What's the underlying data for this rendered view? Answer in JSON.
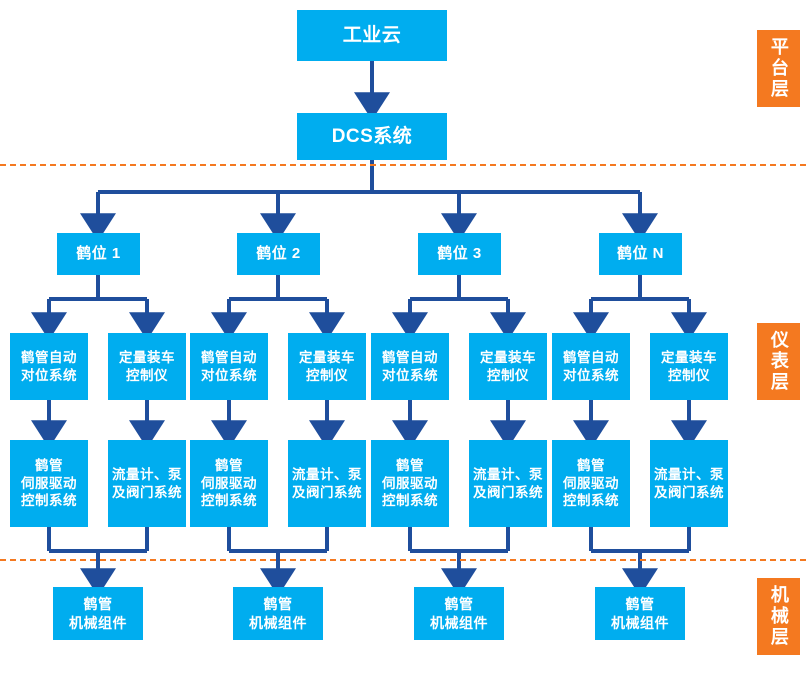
{
  "colors": {
    "box_fill": "#00ADEF",
    "layer_tag_fill": "#F47920",
    "connector": "#1F4E9C",
    "divider": "#F47920",
    "text": "#FFFFFF",
    "background": "#FFFFFF"
  },
  "diagram": {
    "title_top": "工业云",
    "nodes": {
      "industrial_cloud": "工业云",
      "dcs_system": "DCS系统",
      "positions": [
        "鹤位 1",
        "鹤位 2",
        "鹤位 3",
        "鹤位 N"
      ],
      "instrument_a_line1": "鹤管自动",
      "instrument_a_line2": "对位系统",
      "instrument_b_line1": "定量装车",
      "instrument_b_line2": "控制仪",
      "actuator_a_line1": "鹤管",
      "actuator_a_line2": "伺服驱动",
      "actuator_a_line3": "控制系统",
      "actuator_b_line1": "流量计、泵",
      "actuator_b_line2": "及阀门系统",
      "mechanical_line1": "鹤管",
      "mechanical_line2": "机械组件"
    },
    "layer_tags": [
      {
        "id": "platform",
        "label": "平台层"
      },
      {
        "id": "instrument",
        "label": "仪表层"
      },
      {
        "id": "mechanical",
        "label": "机械层"
      }
    ]
  }
}
